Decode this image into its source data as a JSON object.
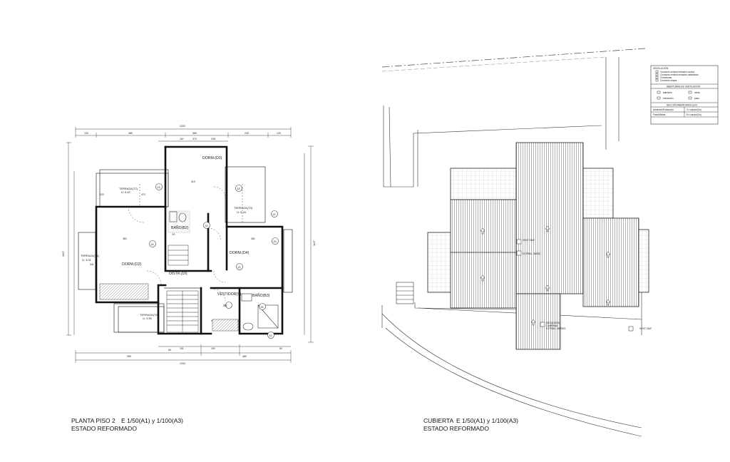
{
  "floor_plan": {
    "rooms": {
      "dorm_d3": "DORM.(D3)",
      "dorm_d2": "DORM.(D2)",
      "dorm_d4": "DORM.(D4)",
      "bano_b2": "BAÑO(B2)",
      "bano_b3": "BAÑO(B3)",
      "distr": "DISTR.(DI)",
      "vestidor": "VESTIDOR(V)",
      "terraza_t1": "TERRAZA(T1)",
      "terraza_t1_area": "U: 3.01",
      "terraza_t2": "TERRAZA(T2)",
      "terraza_t2_area": "U: 6.87",
      "terraza_t3": "TERRAZA(T3)",
      "terraza_t3_area": "U: 5.44",
      "terraza_t4": "TERRAZA(T4)",
      "terraza_t4_area": "U: 3.50"
    },
    "dimensions": {
      "top_total": "1202",
      "top_a": "120",
      "top_b": "380",
      "top_c": "580",
      "top_d": "240",
      "top_e": "120",
      "inner_a": "167",
      "inner_b": "372",
      "inner_c": "238",
      "bottom_total": "1202",
      "bottom_a": "80",
      "bottom_b": "390",
      "bottom_c": "480",
      "left_total": "1017",
      "right_total": "1107",
      "dim_120": "120",
      "dim_470": "470",
      "dim_380": "380",
      "dim_382": "382",
      "dim_319": "319",
      "dim_341": "341",
      "dim_151": "151",
      "dim_150": "150",
      "dim_60": "60"
    },
    "markers": {
      "m15": "15",
      "m16": "16",
      "m10": "10",
      "m30": "30",
      "m26": "26"
    },
    "caption": {
      "title": "PLANTA PISO 2",
      "scale": "E 1/50(A1) y 1/100(A3)",
      "state": "ESTADO REFORMADO"
    }
  },
  "roof_plan": {
    "labels": {
      "vent_baf": "VENT. BAF",
      "extrac_bano": "EXTRAC. BAÑO",
      "secadora": "SECADORA",
      "campana": "CAMPANA",
      "extrac_banos": "EXTRAC. BAÑOS",
      "vent_baf_2": "VENT. BAF"
    },
    "caption": {
      "title": "CUBIERTA",
      "scale": "E 1/50(A1) y 1/100(A3)",
      "state": "ESTADO REFORMADO"
    }
  },
  "legend": {
    "title": "VENTILACIÓN",
    "items": [
      "Conducto vertical extractor cocina",
      "Conducto vertical extractor calentador",
      "Chimeneas",
      "Conducto chapa"
    ],
    "openings_title": "ABERTURAS DE VENTILACIÓN",
    "admission": "admisión",
    "extraction": "extracción",
    "mixed": "mixta",
    "passage": "paso",
    "section_title": "SECCIÓN ABERTURAS (cm²)",
    "row1_label": "Admisión/Extracción",
    "row1_value": "4 x caudal (l/s)",
    "row2_label": "Paso/Mixtas",
    "row2_value": "8 x caudal (l/s)"
  }
}
